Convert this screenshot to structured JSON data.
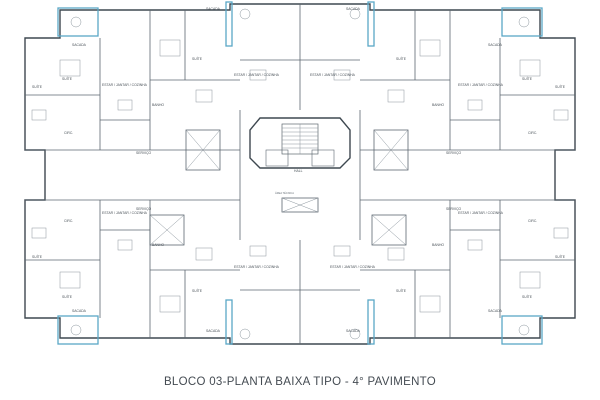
{
  "caption": "BLOCO 03-PLANTA BAIXA TIPO - 4° PAVIMENTO",
  "rooms": {
    "sacada": "SACADA",
    "suite": "SUÍTE",
    "estar": "ESTAR / JANTAR / COZINHA",
    "banho": "BANHO",
    "circ": "CIRC.",
    "serv": "SERVIÇO",
    "hall": "HALL",
    "area_tec": "ÁREA TÉCNICA"
  },
  "colors": {
    "wall": "#5d6770",
    "balcony": "#5aa7c7",
    "caption": "#444b52"
  }
}
